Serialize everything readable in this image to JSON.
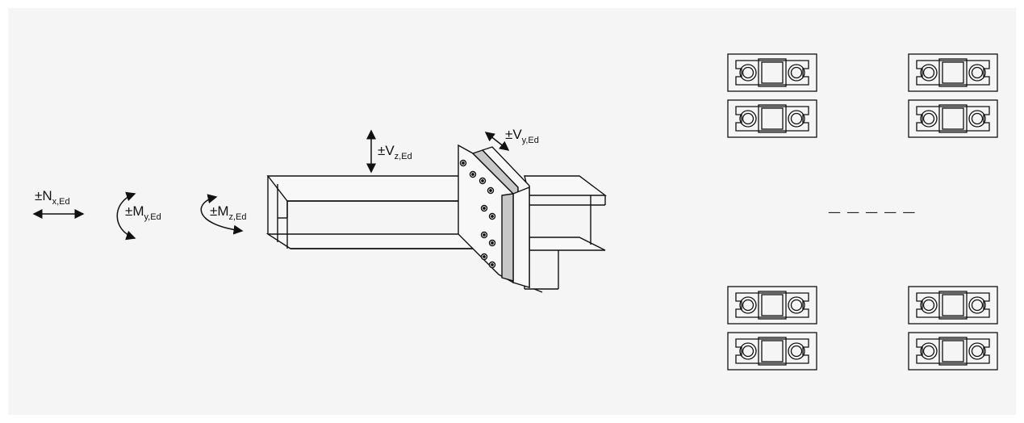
{
  "loads": {
    "nx": {
      "sign": "±N",
      "sub": "x,Ed"
    },
    "my": {
      "sign": "±M",
      "sub": "y,Ed"
    },
    "mz": {
      "sign": "±M",
      "sub": "z,Ed"
    },
    "vz": {
      "sign": "±V",
      "sub": "z,Ed"
    },
    "vy": {
      "sign": "±V",
      "sub": "y,Ed"
    }
  },
  "separator": "— — — — —",
  "colors": {
    "background": "#f5f5f5",
    "line": "#111111",
    "plate_fill": "#c8c8c8"
  },
  "icons": [
    "double-arrow-icon",
    "curved-moment-arrow-icon",
    "bolt-detail-icon"
  ]
}
